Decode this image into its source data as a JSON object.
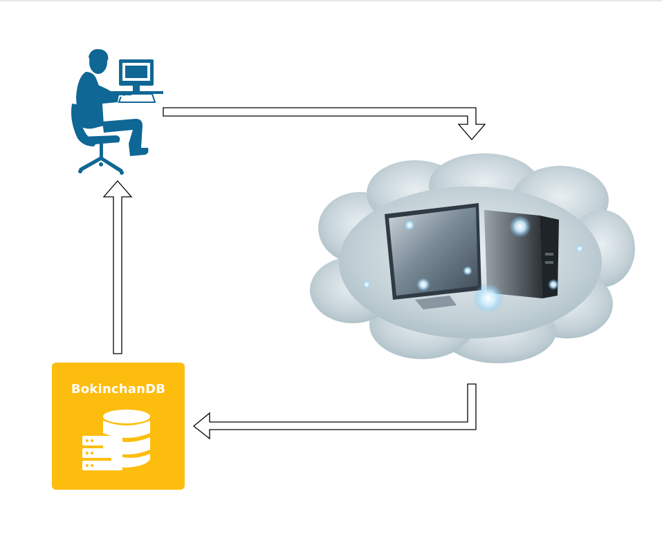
{
  "diagram": {
    "nodes": [
      {
        "id": "user",
        "icon": "user-at-computer-icon"
      },
      {
        "id": "cloud",
        "icon": "cloud-computer-icon"
      },
      {
        "id": "database",
        "icon": "database-server-icon",
        "label": "BokinchanDB"
      }
    ],
    "edges": [
      {
        "from": "user",
        "to": "cloud"
      },
      {
        "from": "cloud",
        "to": "database"
      },
      {
        "from": "database",
        "to": "user"
      }
    ]
  },
  "colors": {
    "user_figure": "#0e6794",
    "database_card": "#fdbd0f",
    "arrow_stroke": "#000000",
    "cloud_fill": "#c9d6db"
  }
}
